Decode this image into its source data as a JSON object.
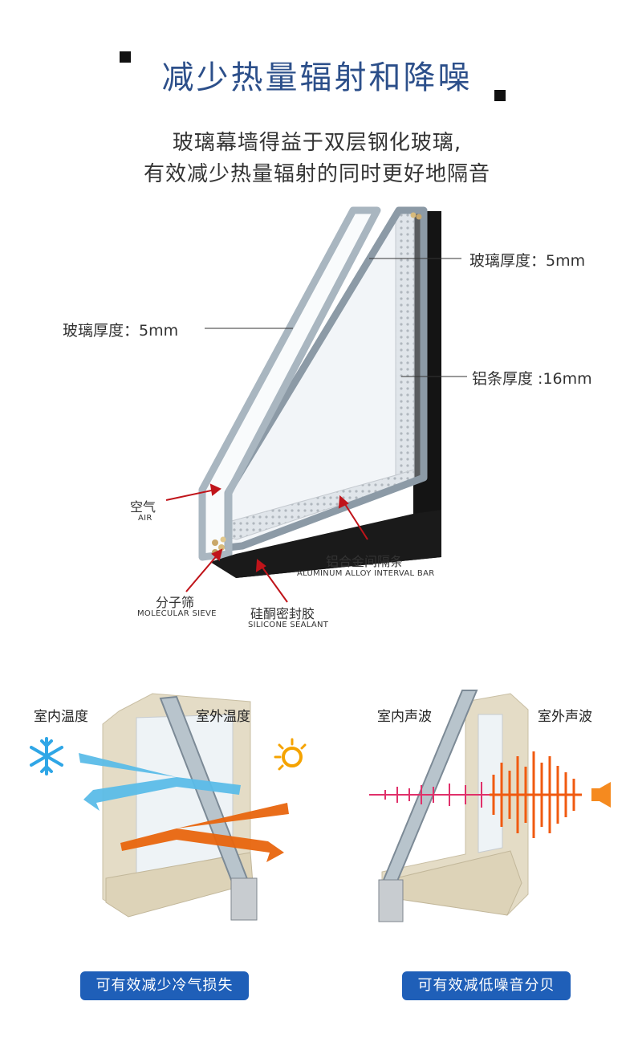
{
  "header": {
    "title": "减少热量辐射和降噪",
    "subtitle_line1": "玻璃幕墙得益于双层钢化玻璃,",
    "subtitle_line2": "有效减少热量辐射的同时更好地隔音"
  },
  "diagram": {
    "glass_thickness_right": "玻璃厚度：5mm",
    "glass_thickness_left": "玻璃厚度：5mm",
    "aluminum_strip_thickness": "铝条厚度 :16mm",
    "air_cn": "空气",
    "air_en": "AIR",
    "spacer_cn": "铝合金间隔条",
    "spacer_en": "ALUMINUM ALLOY INTERVAL BAR",
    "sieve_cn": "分子筛",
    "sieve_en": "MOLECULAR SIEVE",
    "sealant_cn": "硅酮密封胶",
    "sealant_en": "SILICONE SEALANT"
  },
  "thermal_panel": {
    "indoor_label": "室内温度",
    "outdoor_label": "室外温度",
    "caption_button": "可有效减少冷气损失",
    "icons": [
      "snowflake-icon",
      "sun-icon"
    ],
    "colors": {
      "cold": "#5bbce8",
      "hot": "#e8650e"
    }
  },
  "sound_panel": {
    "indoor_label": "室内声波",
    "outdoor_label": "室外声波",
    "caption_button": "可有效减低噪音分贝",
    "icons": [
      "speaker-icon"
    ],
    "colors": {
      "weak_wave": "#e0306a",
      "strong_wave": "#f05a10"
    }
  },
  "colors": {
    "title": "#2c4f8a",
    "button": "#1f5fb8"
  }
}
